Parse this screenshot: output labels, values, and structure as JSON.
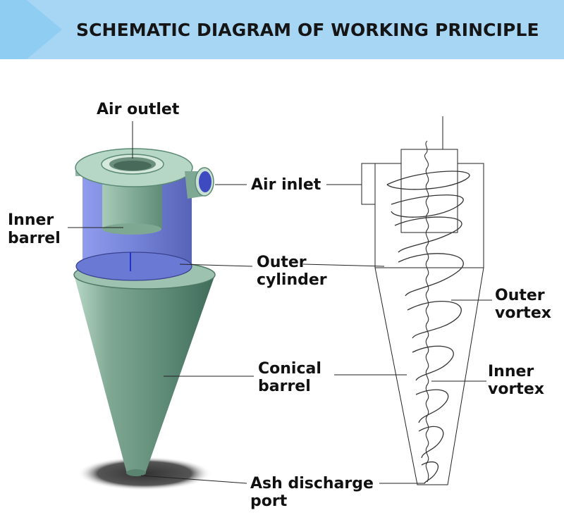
{
  "banner": {
    "title": "SCHEMATIC DIAGRAM OF WORKING PRINCIPLE",
    "color": "#a7d6f5"
  },
  "labels": {
    "air_outlet": "Air outlet",
    "air_inlet": "Air inlet",
    "inner_barrel_1": "Inner",
    "inner_barrel_2": "barrel",
    "outer_cylinder_1": "Outer",
    "outer_cylinder_2": "cylinder",
    "outer_vortex_1": "Outer",
    "outer_vortex_2": "vortex",
    "conical_barrel_1": "Conical",
    "conical_barrel_2": "barrel",
    "inner_vortex_1": "Inner",
    "inner_vortex_2": "vortex",
    "ash_port_1": "Ash discharge",
    "ash_port_2": "port"
  },
  "colors": {
    "body_green": "#6e9a86",
    "glass_blue": "#6f7fd8",
    "line": "#222222"
  }
}
